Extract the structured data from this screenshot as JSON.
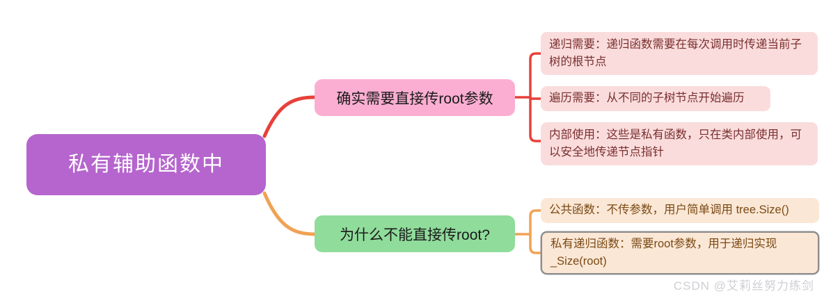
{
  "diagram": {
    "type": "mindmap",
    "root": {
      "label": "私有辅助函数中",
      "color": "#b565cd",
      "text_color": "#ffffff"
    },
    "branches": [
      {
        "id": "branch-need-root-param",
        "label": "确实需要直接传root参数",
        "color": "#fbaed2",
        "connector_color": "#e8403a",
        "children": [
          {
            "id": "leaf-recursion-need",
            "label": "递归需要：递归函数需要在每次调用时传递当前子树的根节点",
            "color": "#fadcdc",
            "selected": false
          },
          {
            "id": "leaf-traversal-need",
            "label": "遍历需要：从不同的子树节点开始遍历",
            "color": "#fadcdc",
            "selected": false
          },
          {
            "id": "leaf-internal-use",
            "label": "内部使用：这些是私有函数，只在类内部使用，可以安全地传递节点指针",
            "color": "#fadcdc",
            "selected": false
          }
        ]
      },
      {
        "id": "branch-why-not-root",
        "label": "为什么不能直接传root?",
        "color": "#90dc9b",
        "connector_color": "#f0a254",
        "children": [
          {
            "id": "leaf-public-func",
            "label": "公共函数：不传参数，用户简单调用 tree.Size()",
            "color": "#fbe7d5",
            "selected": false
          },
          {
            "id": "leaf-private-func",
            "label": "私有递归函数：需要root参数，用于递归实现 _Size(root)",
            "color": "#fbe7d5",
            "selected": true
          }
        ]
      }
    ]
  },
  "watermark": {
    "text": "CSDN @艾莉丝努力练剑"
  }
}
